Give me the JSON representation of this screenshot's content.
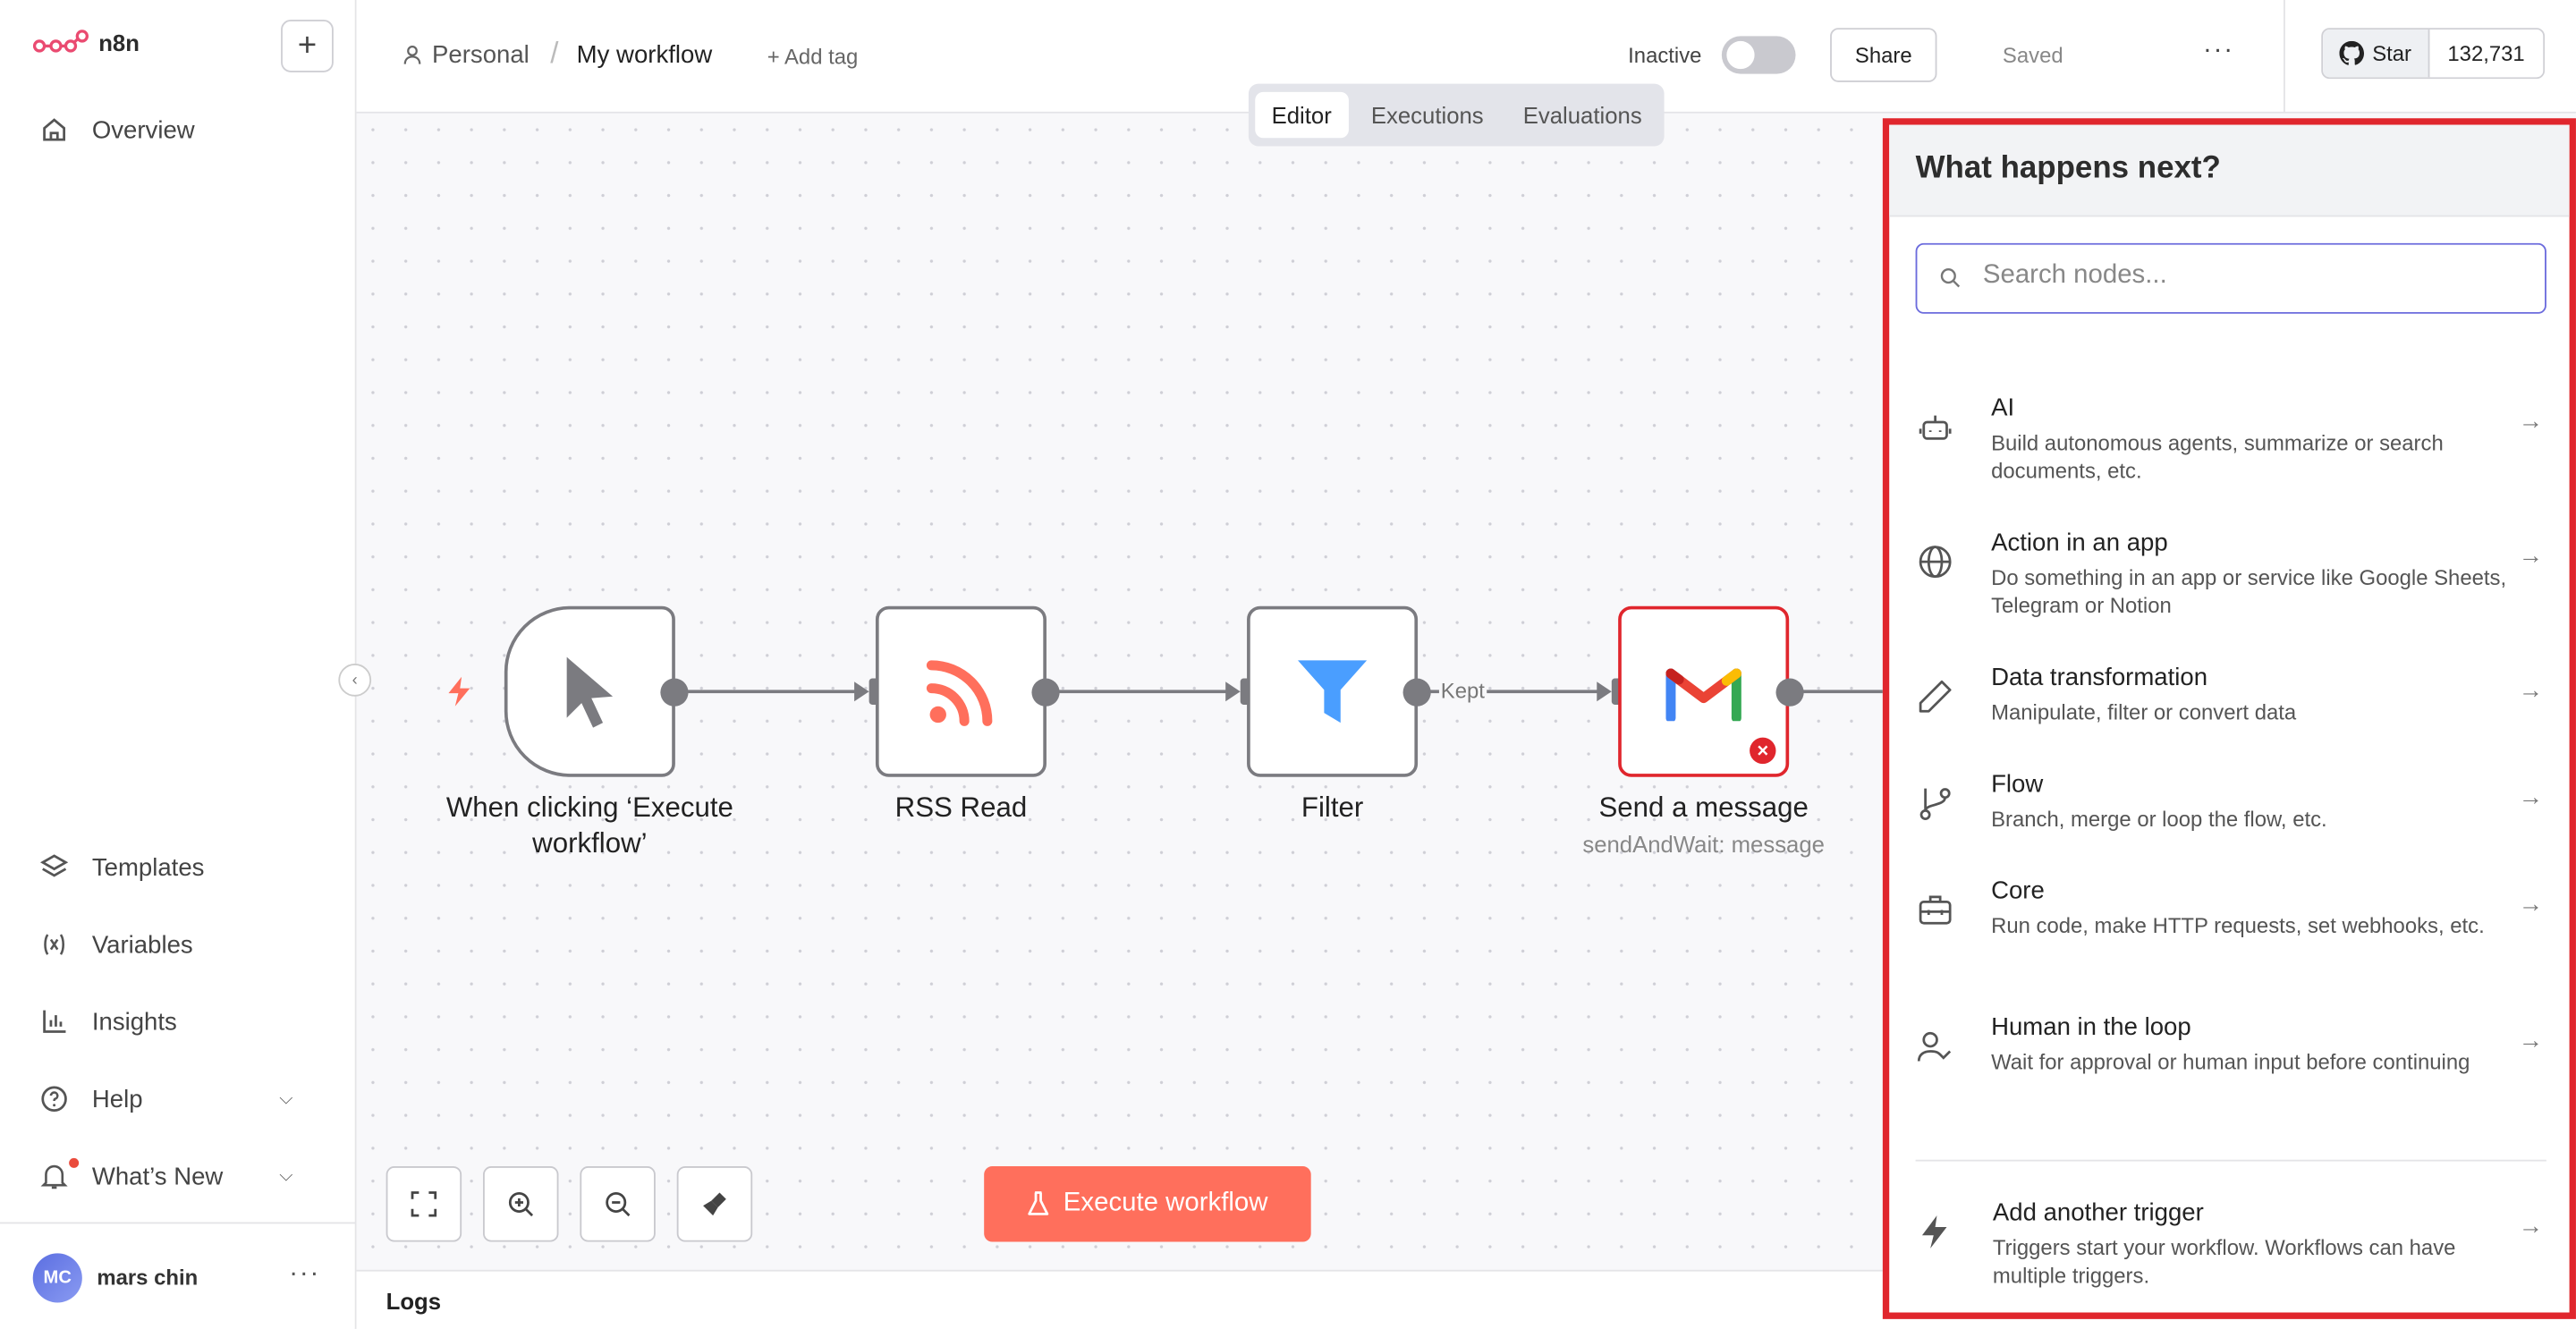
{
  "app": {
    "logo_text": "n8n"
  },
  "sidebar": {
    "items": [
      {
        "label": "Overview",
        "icon": "home-icon"
      },
      {
        "label": "Templates",
        "icon": "templates-icon"
      },
      {
        "label": "Variables",
        "icon": "variables-icon"
      },
      {
        "label": "Insights",
        "icon": "insights-icon"
      },
      {
        "label": "Help",
        "icon": "help-icon"
      },
      {
        "label": "What’s New",
        "icon": "bell-icon"
      }
    ],
    "user": {
      "initials": "MC",
      "name": "mars chin"
    }
  },
  "header": {
    "breadcrumb_project": "Personal",
    "breadcrumb_sep": "/",
    "workflow_name": "My workflow",
    "add_tag": "+ Add tag",
    "status_label": "Inactive",
    "share": "Share",
    "saved": "Saved",
    "more": "···",
    "github_star": "Star",
    "github_count": "132,731"
  },
  "tabs": [
    {
      "label": "Editor",
      "active": true
    },
    {
      "label": "Executions",
      "active": false
    },
    {
      "label": "Evaluations",
      "active": false
    }
  ],
  "nodes": [
    {
      "label": "When clicking ‘Execute workflow’",
      "icon": "cursor-icon",
      "type": "trigger"
    },
    {
      "label": "RSS Read",
      "icon": "rss-icon"
    },
    {
      "label": "Filter",
      "icon": "filter-icon"
    },
    {
      "label": "Send a message",
      "subtitle": "sendAndWait: message",
      "icon": "gmail-icon",
      "error": true
    }
  ],
  "connection_label": "Kept",
  "canvas_controls": [
    "fit-view-icon",
    "zoom-in-icon",
    "zoom-out-icon",
    "tidy-up-icon"
  ],
  "execute_button": "Execute workflow",
  "logs_label": "Logs",
  "panel": {
    "title": "What happens next?",
    "search_placeholder": "Search nodes...",
    "categories": [
      {
        "title": "AI",
        "desc": "Build autonomous agents, summarize or search documents, etc.",
        "icon": "robot-icon"
      },
      {
        "title": "Action in an app",
        "desc": "Do something in an app or service like Google Sheets, Telegram or Notion",
        "icon": "globe-icon"
      },
      {
        "title": "Data transformation",
        "desc": "Manipulate, filter or convert data",
        "icon": "pencil-icon"
      },
      {
        "title": "Flow",
        "desc": "Branch, merge or loop the flow, etc.",
        "icon": "branch-icon"
      },
      {
        "title": "Core",
        "desc": "Run code, make HTTP requests, set webhooks, etc.",
        "icon": "toolbox-icon"
      },
      {
        "title": "Human in the loop",
        "desc": "Wait for approval or human input before continuing",
        "icon": "user-check-icon"
      }
    ],
    "trigger": {
      "title": "Add another trigger",
      "desc": "Triggers start your workflow. Workflows can have multiple triggers.",
      "icon": "bolt-icon"
    }
  },
  "colors": {
    "accent": "#ff6f5c",
    "highlight_border": "#e0262d",
    "search_border": "#6b6bdd"
  }
}
